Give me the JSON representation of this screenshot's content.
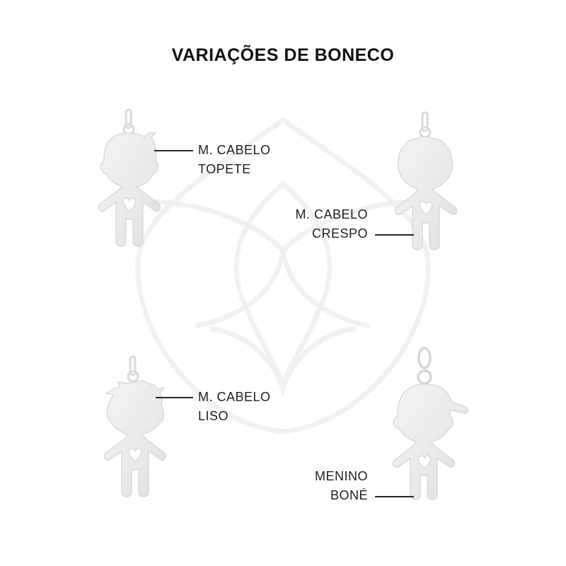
{
  "title": "VARIAÇÕES DE BONECO",
  "colors": {
    "background": "#ffffff",
    "text": "#1e1e1e",
    "pendant_fill": "#ececec",
    "pendant_edge": "#d6d6d6",
    "watermark": "#f1f1f1"
  },
  "variants": [
    {
      "id": "topete",
      "line1": "M. CABELO",
      "line2": "TOPETE",
      "hair_style": "topete"
    },
    {
      "id": "crespo",
      "line1": "M. CABELO",
      "line2": "CRESPO",
      "hair_style": "crespo"
    },
    {
      "id": "liso",
      "line1": "M. CABELO",
      "line2": "LISO",
      "hair_style": "liso"
    },
    {
      "id": "bone",
      "line1": "MENINO",
      "line2": "BONÉ",
      "hair_style": "cap"
    }
  ]
}
